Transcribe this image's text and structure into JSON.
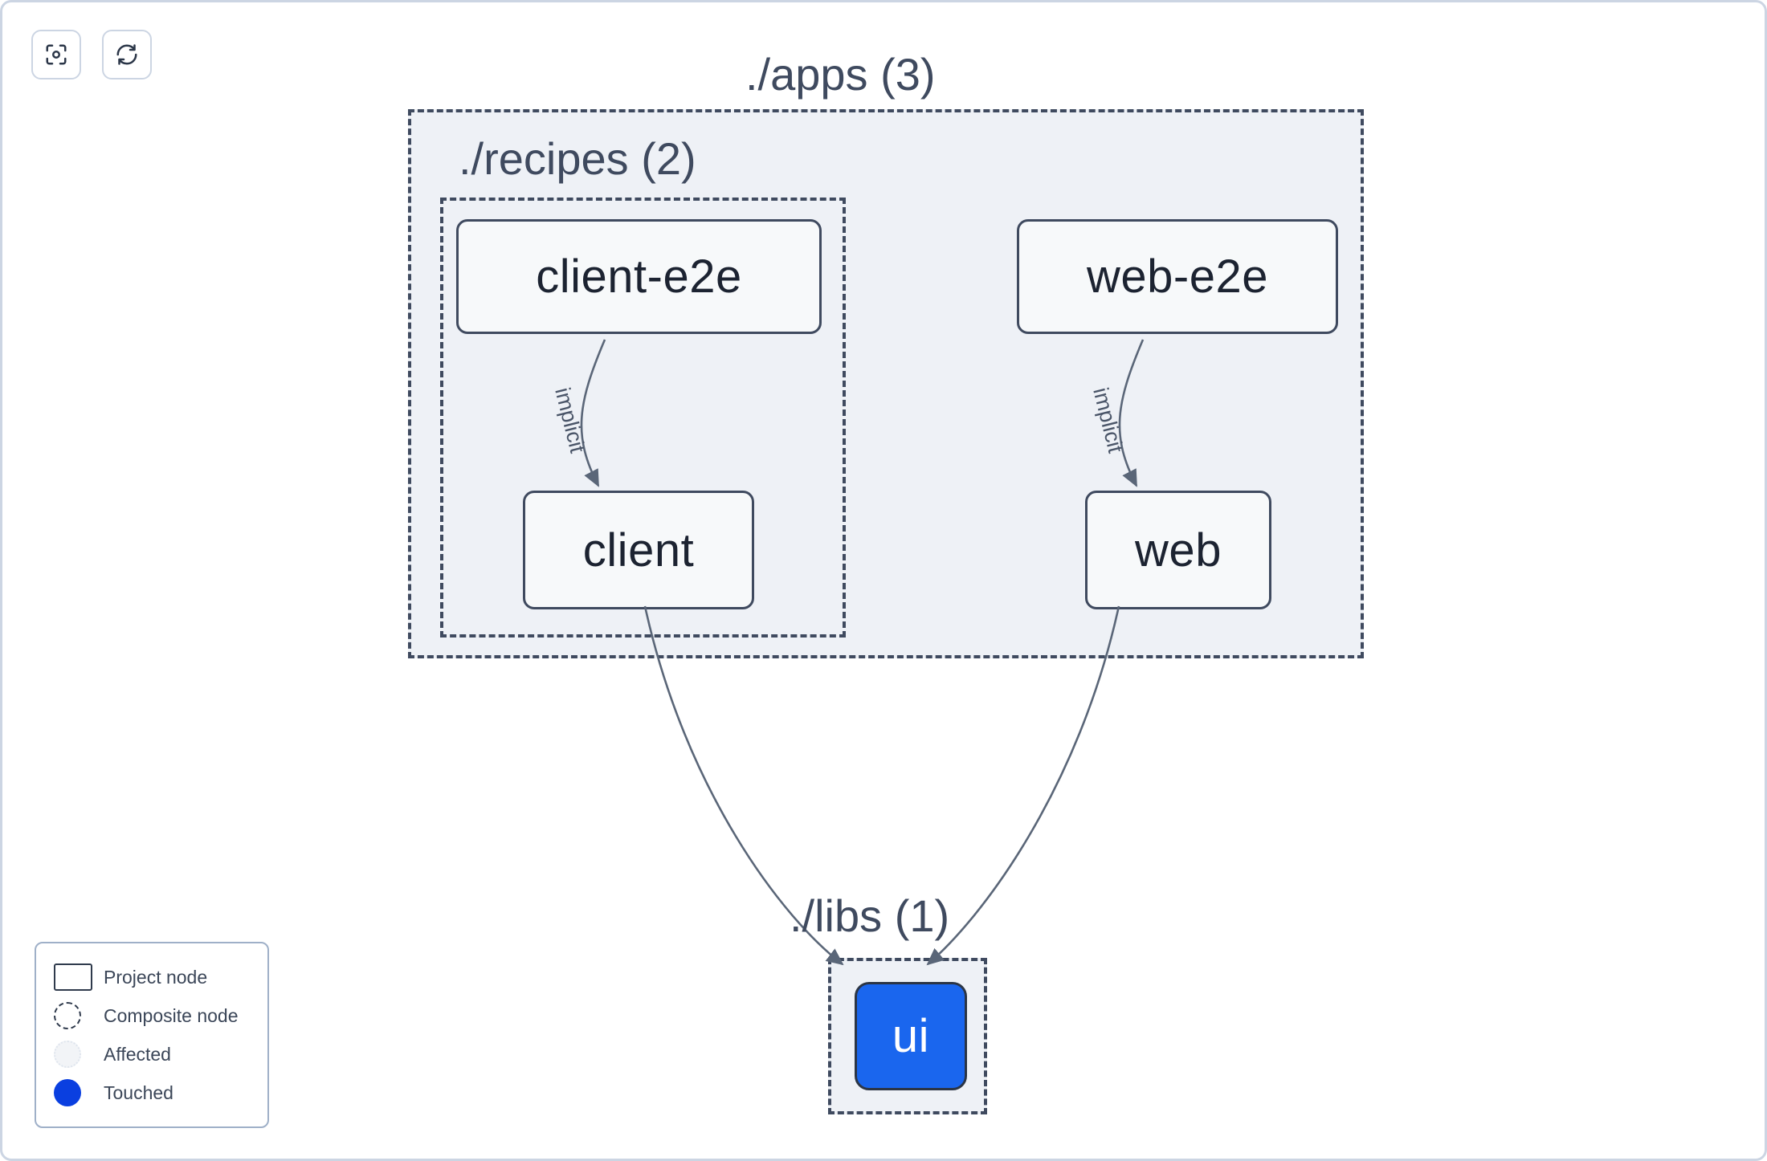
{
  "toolbar": {
    "buttons": [
      {
        "name": "focus-graph-button",
        "icon": "focus-target-icon",
        "label": ""
      },
      {
        "name": "refresh-graph-button",
        "icon": "refresh-icon",
        "label": ""
      }
    ]
  },
  "graph": {
    "groups": [
      {
        "id": "apps",
        "label": "./apps (3)",
        "count": 3
      },
      {
        "id": "recipes",
        "label": "./recipes (2)",
        "count": 2
      },
      {
        "id": "libs",
        "label": "./libs (1)",
        "count": 1
      }
    ],
    "nodes": [
      {
        "id": "client-e2e",
        "label": "client-e2e",
        "group": "recipes",
        "state": "project"
      },
      {
        "id": "client",
        "label": "client",
        "group": "recipes",
        "state": "project"
      },
      {
        "id": "web-e2e",
        "label": "web-e2e",
        "group": "apps",
        "state": "project"
      },
      {
        "id": "web",
        "label": "web",
        "group": "apps",
        "state": "project"
      },
      {
        "id": "ui",
        "label": "ui",
        "group": "libs",
        "state": "touched"
      }
    ],
    "edges": [
      {
        "from": "client-e2e",
        "to": "client",
        "label": "implicit"
      },
      {
        "from": "web-e2e",
        "to": "web",
        "label": "implicit"
      },
      {
        "from": "client",
        "to": "ui",
        "label": ""
      },
      {
        "from": "web",
        "to": "ui",
        "label": ""
      }
    ]
  },
  "legend": {
    "items": [
      {
        "shape": "rect",
        "label": "Project node"
      },
      {
        "shape": "dashed-circle",
        "label": "Composite node"
      },
      {
        "shape": "affected",
        "label": "Affected"
      },
      {
        "shape": "touched",
        "label": "Touched"
      }
    ]
  },
  "colors": {
    "touched": "#1a66ee",
    "touched_legend": "#0a3fe0",
    "group_bg": "#eef1f6",
    "group_border": "#3f4a5f",
    "node_border": "#3f4a5f",
    "node_bg": "#f7f9fa",
    "edge": "#5a6678",
    "page_border": "#ccd5e3"
  }
}
